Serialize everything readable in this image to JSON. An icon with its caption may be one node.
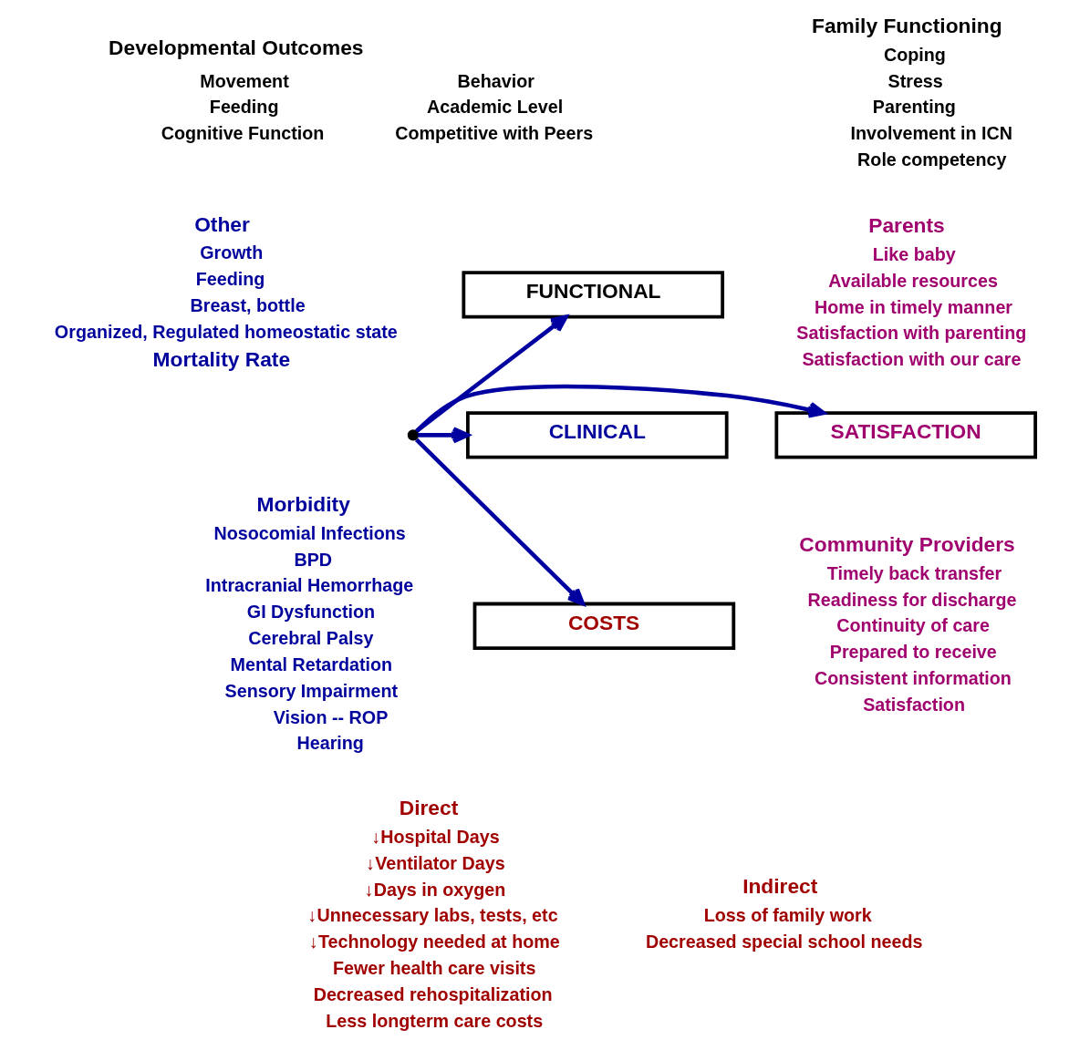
{
  "diagram": {
    "nodes": [
      {
        "text": [
          "FUNCTIONAL"
        ]
      },
      {
        "text": [
          "CLINICAL"
        ]
      },
      {
        "text": [
          "SATISFACTION"
        ]
      },
      {
        "text": [
          "COSTS"
        ]
      },
      {
        "text": [],
        "shape": "circle"
      }
    ],
    "edges": [
      {
        "from": 4,
        "to": 0,
        "arrow": "to"
      },
      {
        "from": 4,
        "to": 1,
        "arrow": "to"
      },
      {
        "from": 4,
        "to": 2,
        "arrow": "to"
      },
      {
        "from": 4,
        "to": 3,
        "arrow": "to"
      }
    ],
    "labels": [
      "Developmental Outcomes",
      "Movement",
      "Feeding",
      "Cognitive Function",
      "Behavior",
      "Academic Level",
      "Competitive with Peers",
      "Family Functioning",
      "Coping",
      "Stress",
      "Parenting",
      "Involvement in ICN",
      "Role competency",
      "Other",
      "Growth",
      "Feeding",
      "Breast, bottle",
      "Organized, Regulated homeostatic state",
      "Mortality Rate",
      "Parents",
      "Like baby",
      "Available resources",
      "Home in timely manner",
      "Satisfaction with parenting",
      "Satisfaction with our care",
      "Morbidity",
      "Nosocomial Infections",
      "BPD",
      "Intracranial Hemorrhage",
      "GI Dysfunction",
      "Cerebral Palsy",
      "Mental Retardation",
      "Sensory Impairment",
      "Vision -- ROP",
      "Hearing",
      "Community Providers",
      "Timely back transfer",
      "Readiness for discharge",
      "Continuity of care",
      "Prepared to receive",
      "Consistent information",
      "Satisfaction",
      "Direct",
      "↓Hospital Days",
      "↓Ventilator Days",
      "↓Days in oxygen",
      "↓Unnecessary labs, tests, etc",
      "↓Technology needed at home",
      "Fewer health care visits",
      "Decreased rehospitalization",
      "Less longterm care costs",
      "Indirect",
      "Loss of family work",
      "Decreased special school needs"
    ]
  }
}
